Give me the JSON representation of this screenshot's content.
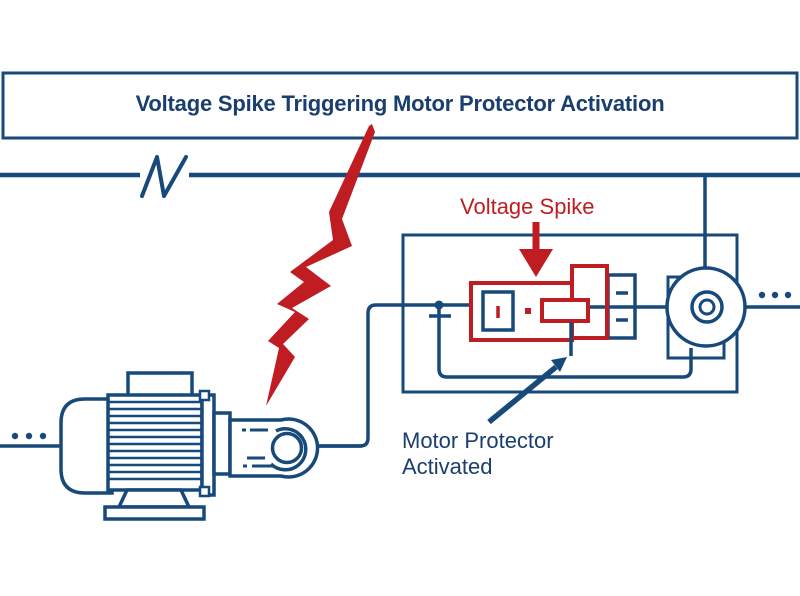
{
  "title_box": {
    "title": "Voltage Spike Triggering Motor Protector Activation"
  },
  "labels": {
    "voltage_spike": "Voltage Spike",
    "motor_protector_line1": "Motor Protector",
    "motor_protector_line2": "Activated"
  },
  "ellipsis": {
    "left": "…",
    "right": "…"
  },
  "icons": [
    "lightning-bolt-icon",
    "voltage-spike-arrow-icon",
    "motor-protector-arrow-icon",
    "line-break-icon",
    "electric-motor-icon",
    "pump-icon",
    "compressor-icon",
    "motor-protector-device-icon",
    "terminal-block-icon",
    "continuation-dots"
  ],
  "colors": {
    "navy_line": "#17497b",
    "navy_text": "#1a3e6d",
    "red": "#bf1d22",
    "background": "#ffffff"
  }
}
